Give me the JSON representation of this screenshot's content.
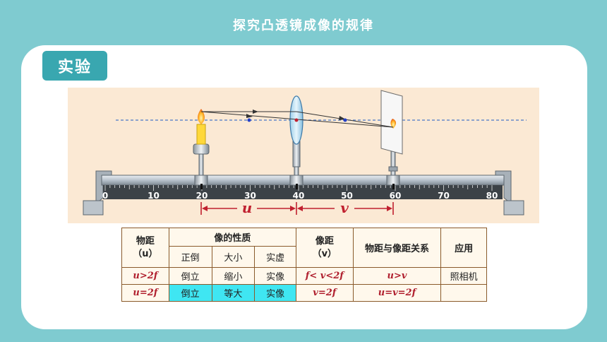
{
  "page_title": "探究凸透镜成像的规律",
  "tag": "实验",
  "bench": {
    "scale_labels": [
      "0",
      "10",
      "20",
      "30",
      "40",
      "50",
      "60",
      "70",
      "80"
    ],
    "u_label": "u",
    "v_label": "v"
  },
  "table": {
    "h_distance_line1": "物距",
    "h_distance_line2": "（u）",
    "h_nature": "像的性质",
    "h_orient": "正倒",
    "h_size": "大小",
    "h_realvirt": "实虚",
    "h_image_line1": "像距",
    "h_image_line2": "（v）",
    "h_relation": "物距与像距关系",
    "h_app": "应用",
    "rows": [
      {
        "u": "u>2f",
        "orient": "倒立",
        "size": "缩小",
        "realvirt": "实像",
        "v": "f< v<2f",
        "relation": "u>v",
        "app": "照相机"
      },
      {
        "u": "u=2f",
        "orient": "倒立",
        "size": "等大",
        "realvirt": "实像",
        "v": "v=2f",
        "relation": "u=v=2f",
        "app": ""
      }
    ]
  },
  "colors": {
    "background": "#7fcbd0",
    "tag": "#39a7b0",
    "highlight": "#3fe6f2",
    "text_red": "#b0202f"
  }
}
